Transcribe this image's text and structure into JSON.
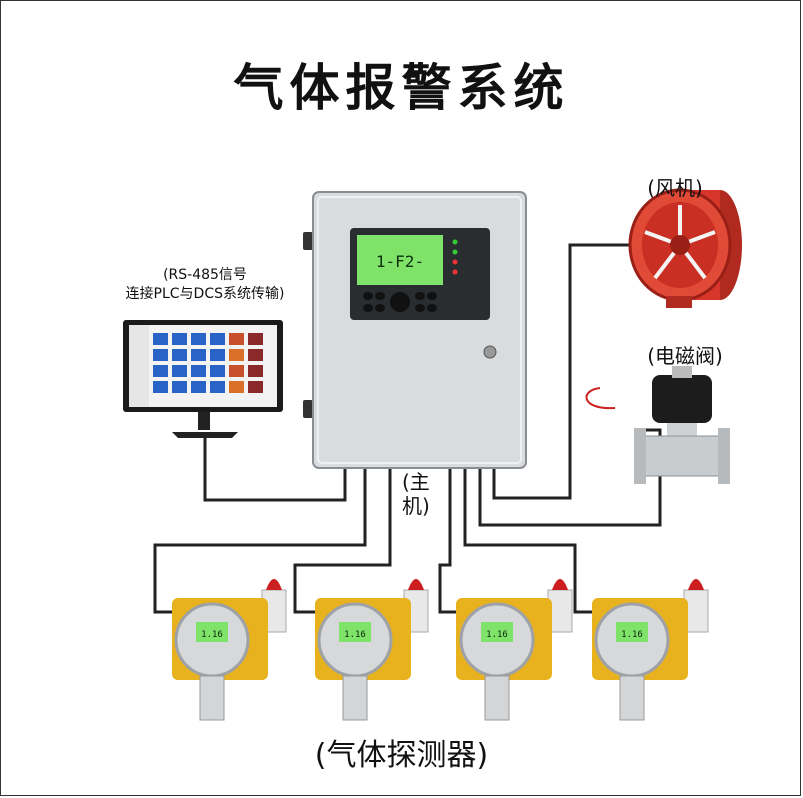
{
  "title": "气体报警系统",
  "labels": {
    "monitor_line1": "(RS-485信号",
    "monitor_line2": "连接PLC与DCS系统传输)",
    "fan": "(风机)",
    "valve": "(电磁阀)",
    "host": "(主机)",
    "detectors": "(气体探测器)"
  },
  "panel": {
    "lcd_reading": "1-F2-",
    "detector_reading": "1.16"
  },
  "colors": {
    "line": "#222222",
    "cabinet": "#d9dcdf",
    "lcd": "#7fe36a",
    "fan_red": "#d8362a",
    "detector_yellow": "#e8b21e",
    "beacon_red": "#cc1f1f"
  }
}
